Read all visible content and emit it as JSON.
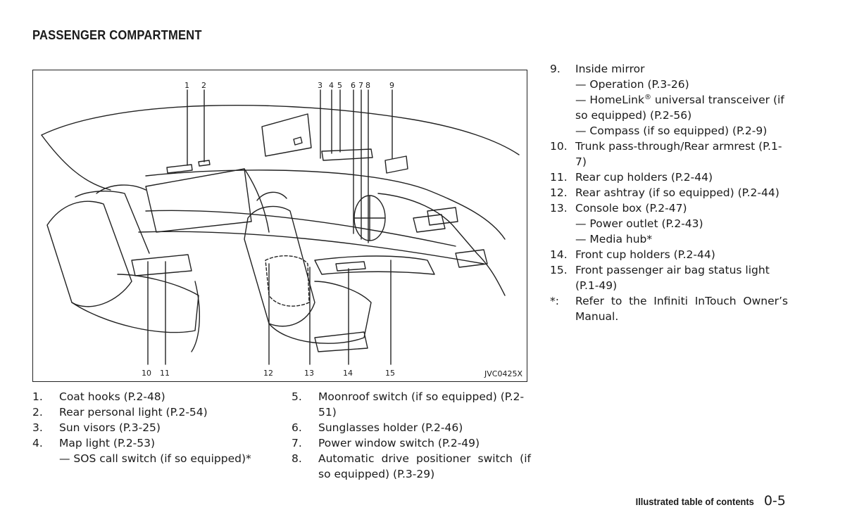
{
  "section_title": "PASSENGER COMPARTMENT",
  "figure": {
    "code": "JVC0425X",
    "callouts_top": [
      "1",
      "2",
      "3",
      "4",
      "5",
      "6",
      "7",
      "8",
      "9"
    ],
    "callouts_bottom": [
      "10",
      "11",
      "12",
      "13",
      "14",
      "15"
    ]
  },
  "left_list": [
    {
      "num": "1.",
      "text": "Coat hooks (P.2-48)"
    },
    {
      "num": "2.",
      "text": "Rear personal light (P.2-54)"
    },
    {
      "num": "3.",
      "text": "Sun visors (P.3-25)"
    },
    {
      "num": "4.",
      "text": "Map light (P.2-53)"
    },
    {
      "sub": "— SOS call switch (if so equipped)*"
    }
  ],
  "mid_list": [
    {
      "num": "5.",
      "text": "Moonroof switch (if so equipped) (P.2-51)"
    },
    {
      "num": "6.",
      "text": "Sunglasses holder (P.2-46)"
    },
    {
      "num": "7.",
      "text": "Power window switch (P.2-49)"
    },
    {
      "num": "8.",
      "text": "Automatic drive positioner switch (if so equipped) (P.3-29)"
    }
  ],
  "right_list": {
    "i9": {
      "num": "9.",
      "text": "Inside mirror"
    },
    "i9_sub1": "— Operation (P.3-26)",
    "i9_sub2_a": "— HomeLink",
    "i9_sub2_reg": "®",
    "i9_sub2_b": " universal transceiver (if so equipped) (P.2-56)",
    "i9_sub3": "— Compass (if so equipped) (P.2-9)",
    "i10": {
      "num": "10.",
      "text": "Trunk pass-through/Rear armrest (P.1-7)"
    },
    "i11": {
      "num": "11.",
      "text": "Rear cup holders (P.2-44)"
    },
    "i12": {
      "num": "12.",
      "text": "Rear ashtray (if so equipped) (P.2-44)"
    },
    "i13": {
      "num": "13.",
      "text": "Console box (P.2-47)"
    },
    "i13_sub1": "— Power outlet (P.2-43)",
    "i13_sub2": "— Media hub*",
    "i14": {
      "num": "14.",
      "text": "Front cup holders (P.2-44)"
    },
    "i15": {
      "num": "15.",
      "text": "Front passenger air bag status light (P.1-49)"
    },
    "note": {
      "num": "*:",
      "text": "Refer to the Infiniti InTouch Owner’s Manual."
    }
  },
  "footer": {
    "label": "Illustrated table of contents",
    "page": "0-5"
  }
}
